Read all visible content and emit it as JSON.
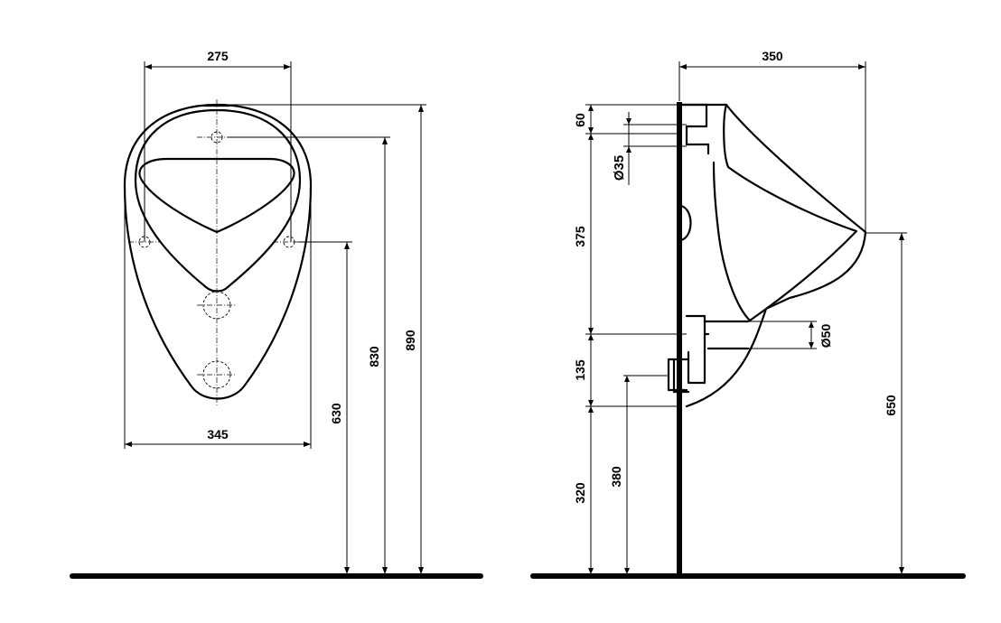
{
  "front_view": {
    "dim_top_width": "275",
    "dim_bottom_width": "345",
    "dim_height_630": "630",
    "dim_height_830": "830",
    "dim_height_890": "890"
  },
  "side_view": {
    "dim_depth": "350",
    "dim_60": "60",
    "dim_inlet_diameter": "Ø35",
    "dim_375": "375",
    "dim_outlet_diameter": "Ø50",
    "dim_135": "135",
    "dim_320": "320",
    "dim_380": "380",
    "dim_650": "650"
  }
}
